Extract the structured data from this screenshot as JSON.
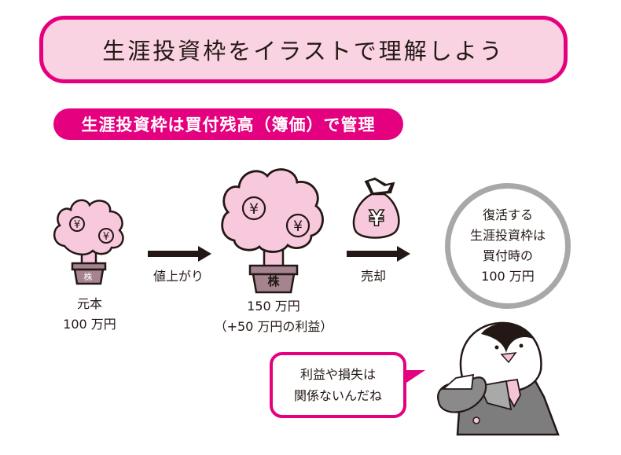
{
  "title": "生涯投資枠をイラストで理解しよう",
  "subtitle": "生涯投資枠は買付残高（簿価）で管理",
  "stage1": {
    "pot_label": "株",
    "lines": [
      "元本",
      "100 万円"
    ]
  },
  "arrow1_label": "値上がり",
  "stage2": {
    "pot_label": "株",
    "lines": [
      "150 万円",
      "（+50 万円の利益）"
    ]
  },
  "arrow2_label": "売却",
  "circle": {
    "lines": [
      "復活する",
      "生涯投資枠は",
      "買付時の",
      "100 万円"
    ]
  },
  "bubble": {
    "lines": [
      "利益や損失は",
      "関係ないんだね"
    ]
  },
  "coin_symbol": "¥",
  "colors": {
    "accent": "#e4007f",
    "title_fill": "#fad3e3",
    "tree": "#f8c9dc",
    "pot": "#a5848f",
    "circle_border": "#a8a8a8"
  }
}
